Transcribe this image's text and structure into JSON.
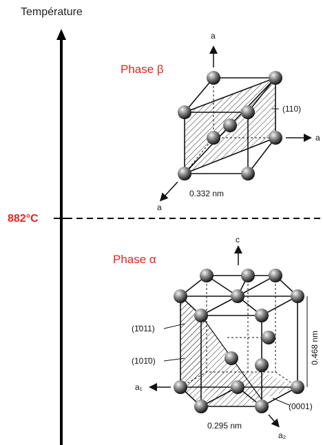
{
  "axis": {
    "title": "Température"
  },
  "transition": {
    "label": "882°C"
  },
  "beta": {
    "title": "Phase β",
    "axis_top": "a",
    "axis_right": "a",
    "axis_bottom": "a",
    "plane": "(110)",
    "lattice_param": "0.332 nm"
  },
  "alpha": {
    "title": "Phase α",
    "axis_c": "c",
    "axis_a1": "a₁",
    "axis_a2": "a₂",
    "plane_pyramidal": "(1̄011)",
    "plane_prismatic": "(101̄0)",
    "plane_basal": "(0001)",
    "param_a": "0.295 nm",
    "param_c": "0.468 nm"
  }
}
